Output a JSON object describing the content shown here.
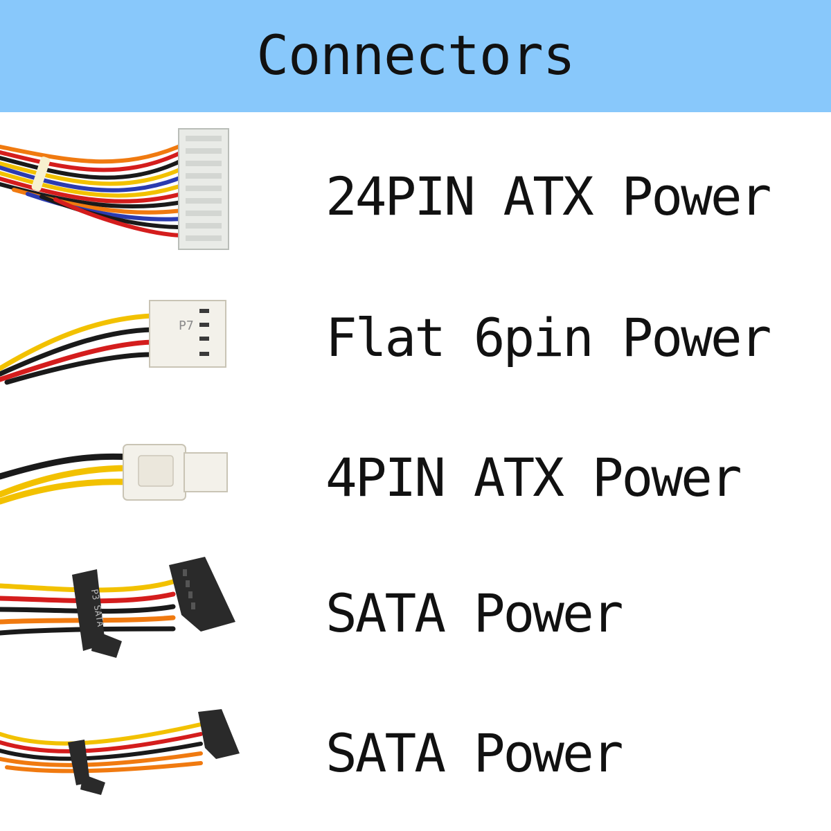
{
  "header": {
    "title": "Connectors"
  },
  "connectors": [
    {
      "label": "24PIN ATX Power",
      "icon": "atx-24pin-connector-icon"
    },
    {
      "label": "Flat 6pin Power",
      "icon": "flat-6pin-connector-icon",
      "connector_marking": "P7"
    },
    {
      "label": "4PIN ATX Power",
      "icon": "atx-4pin-connector-icon"
    },
    {
      "label": "SATA Power",
      "icon": "sata-connector-icon",
      "connector_marking": "P3 SATA"
    },
    {
      "label": "SATA Power",
      "icon": "sata-connector-icon"
    }
  ],
  "colors": {
    "header_bg": "#88c8fb",
    "wire_yellow": "#f2c100",
    "wire_red": "#d41d1d",
    "wire_black": "#1a1a1a",
    "wire_orange": "#f07a10",
    "wire_blue": "#2b3bb0",
    "connector_white": "#f3f1ea",
    "connector_black": "#2a2a2a"
  }
}
